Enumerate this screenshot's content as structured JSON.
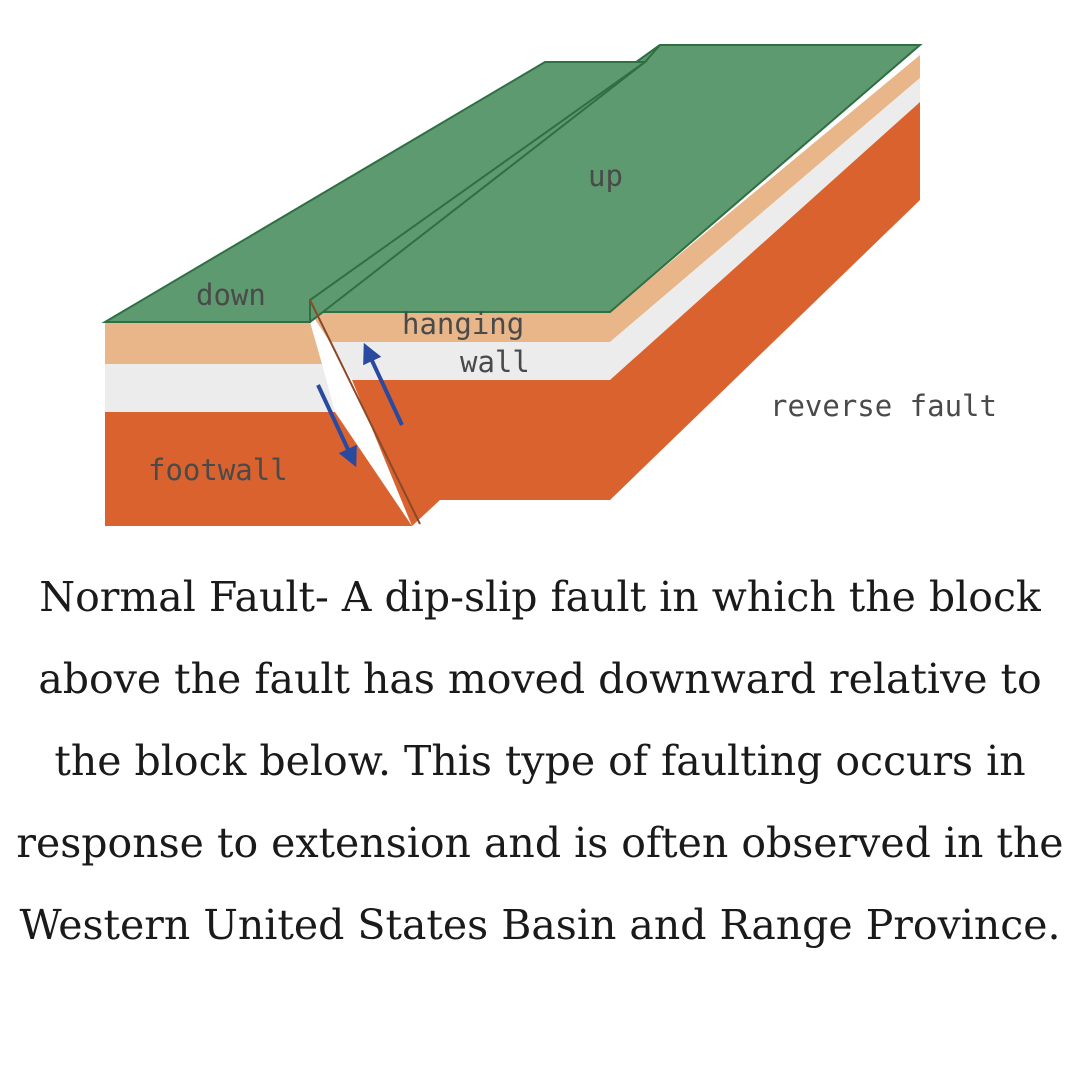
{
  "diagram": {
    "labels": {
      "up": "up",
      "down": "down",
      "hanging_wall_line1": "hanging",
      "hanging_wall_line2": "wall",
      "reverse_fault": "reverse fault",
      "footwall": "footwall"
    },
    "colors": {
      "surface_green": "#5e9a6f",
      "surface_edge": "#2f6f43",
      "layer_tan": "#e8b689",
      "layer_white": "#ececec",
      "layer_orange": "#d9622f",
      "arrow_blue": "#2a4aa0"
    }
  },
  "caption": {
    "text": "Normal Fault- A dip-slip fault in which the block above the fault has moved downward relative to the block below. This type of faulting occurs in response to extension and is often observed in the Western United States Basin and Range Province."
  }
}
